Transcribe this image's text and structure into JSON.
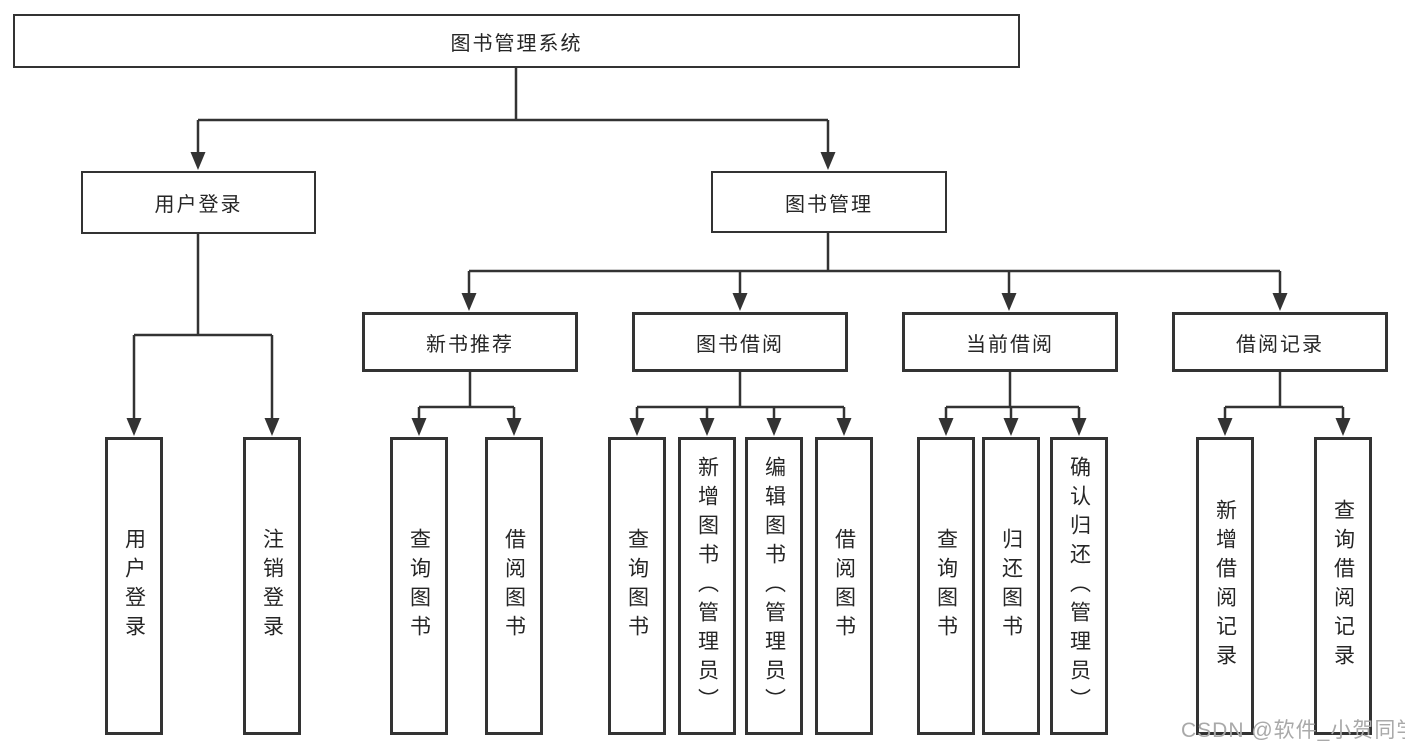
{
  "tree": {
    "root": {
      "label": "图书管理系统"
    },
    "children": [
      {
        "label": "用户登录",
        "children": [
          {
            "label": "用户登录"
          },
          {
            "label": "注销登录"
          }
        ]
      },
      {
        "label": "图书管理",
        "children": [
          {
            "label": "新书推荐",
            "children": [
              {
                "label": "查询图书"
              },
              {
                "label": "借阅图书"
              }
            ]
          },
          {
            "label": "图书借阅",
            "children": [
              {
                "label": "查询图书"
              },
              {
                "label": "新增图书（管理员）"
              },
              {
                "label": "编辑图书（管理员）"
              },
              {
                "label": "借阅图书"
              }
            ]
          },
          {
            "label": "当前借阅",
            "children": [
              {
                "label": "查询图书"
              },
              {
                "label": "归还图书"
              },
              {
                "label": "确认归还（管理员）"
              }
            ]
          },
          {
            "label": "借阅记录",
            "children": [
              {
                "label": "新增借阅记录"
              },
              {
                "label": "查询借阅记录"
              }
            ]
          }
        ]
      }
    ]
  },
  "watermark": {
    "text": "CSDN @软件_小贺同学"
  },
  "colors": {
    "line": "#333333",
    "border": "#333333",
    "text": "#262626",
    "watermark": "#a9a9a9",
    "background": "#ffffff"
  }
}
